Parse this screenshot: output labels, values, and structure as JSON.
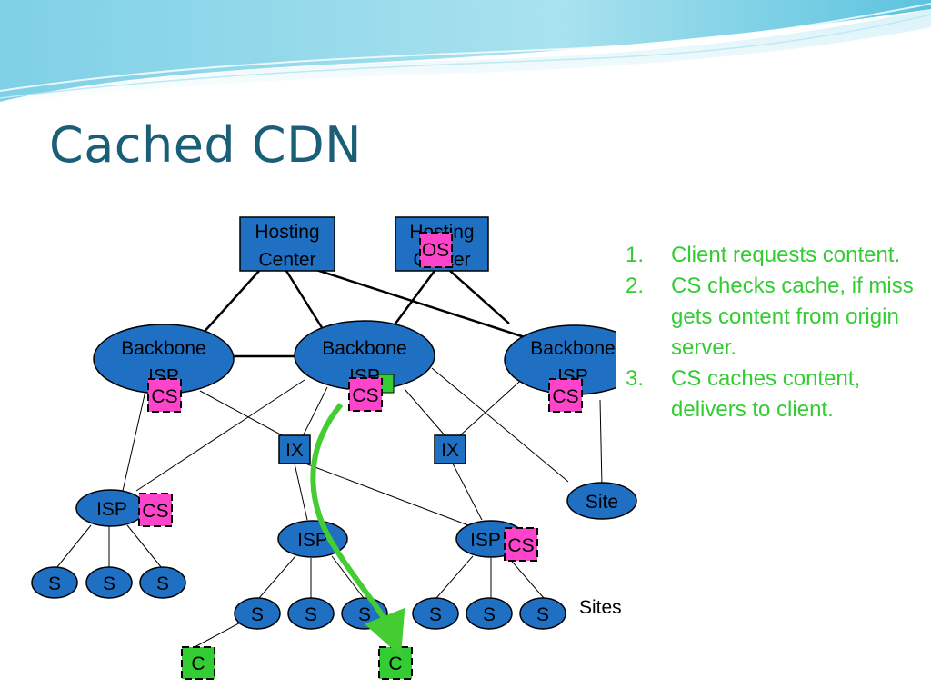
{
  "title": "Cached CDN",
  "colors": {
    "title": "#1b5e78",
    "node_fill": "#1f6fc3",
    "cache_fill": "#ff44cc",
    "client_fill": "#33cc33",
    "step_text": "#33cc33",
    "arrow": "#44cc33"
  },
  "nodes": {
    "hosting_center_1": "Hosting\nCenter",
    "hosting_center_2": "Hosting\nCenter",
    "backbone_isp_1": "Backbone\nISP",
    "backbone_isp_2": "Backbone\nISP",
    "backbone_isp_3": "Backbone\nISP",
    "ix_1": "IX",
    "ix_2": "IX",
    "isp_left": "ISP",
    "isp_middle": "ISP",
    "isp_right": "ISP",
    "site": "Site",
    "s": "S",
    "client": "C",
    "origin_server": "OS",
    "cache_server": "CS"
  },
  "sites_label": "Sites",
  "steps": [
    {
      "num": "1.",
      "text": "Client requests content."
    },
    {
      "num": "2.",
      "text": "CS checks cache, if miss gets content from origin server."
    },
    {
      "num": "3.",
      "text": "CS caches content, delivers to client."
    }
  ]
}
